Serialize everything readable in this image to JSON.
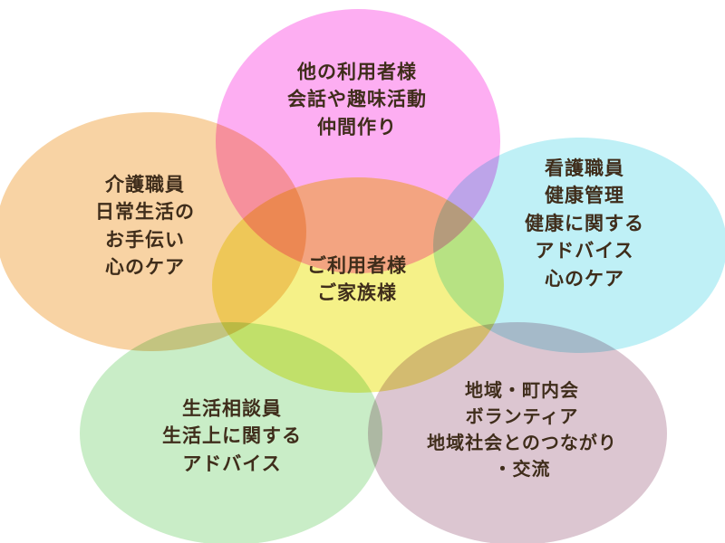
{
  "diagram": {
    "type": "venn-flower",
    "background_color": "#ffffff",
    "text_color": "#3f2d1b",
    "center": {
      "name": "users-and-family",
      "label": "ご利用者様\nご家族様",
      "color": "#f5f188"
    },
    "petals": [
      {
        "name": "other-users",
        "position": "top",
        "label": "他の利用者様\n会話や趣味活動\n仲間作り",
        "color": "#fdaef2"
      },
      {
        "name": "care-staff",
        "position": "left",
        "label": "介護職員\n日常生活の\nお手伝い\n心のケア",
        "color": "#f8d3a4"
      },
      {
        "name": "nursing-staff",
        "position": "right",
        "label": "看護職員\n健康管理\n健康に関する\nアドバイス\n心のケア",
        "color": "#bff0f6"
      },
      {
        "name": "life-consultant",
        "position": "bottom-left",
        "label": "生活相談員\n生活上に関する\nアドバイス",
        "color": "#c9edc7"
      },
      {
        "name": "community",
        "position": "bottom-right",
        "label": "地域・町内会\nボランティア\n地域社会とのつながり\n・交流",
        "color": "#dcc6d1"
      }
    ]
  }
}
